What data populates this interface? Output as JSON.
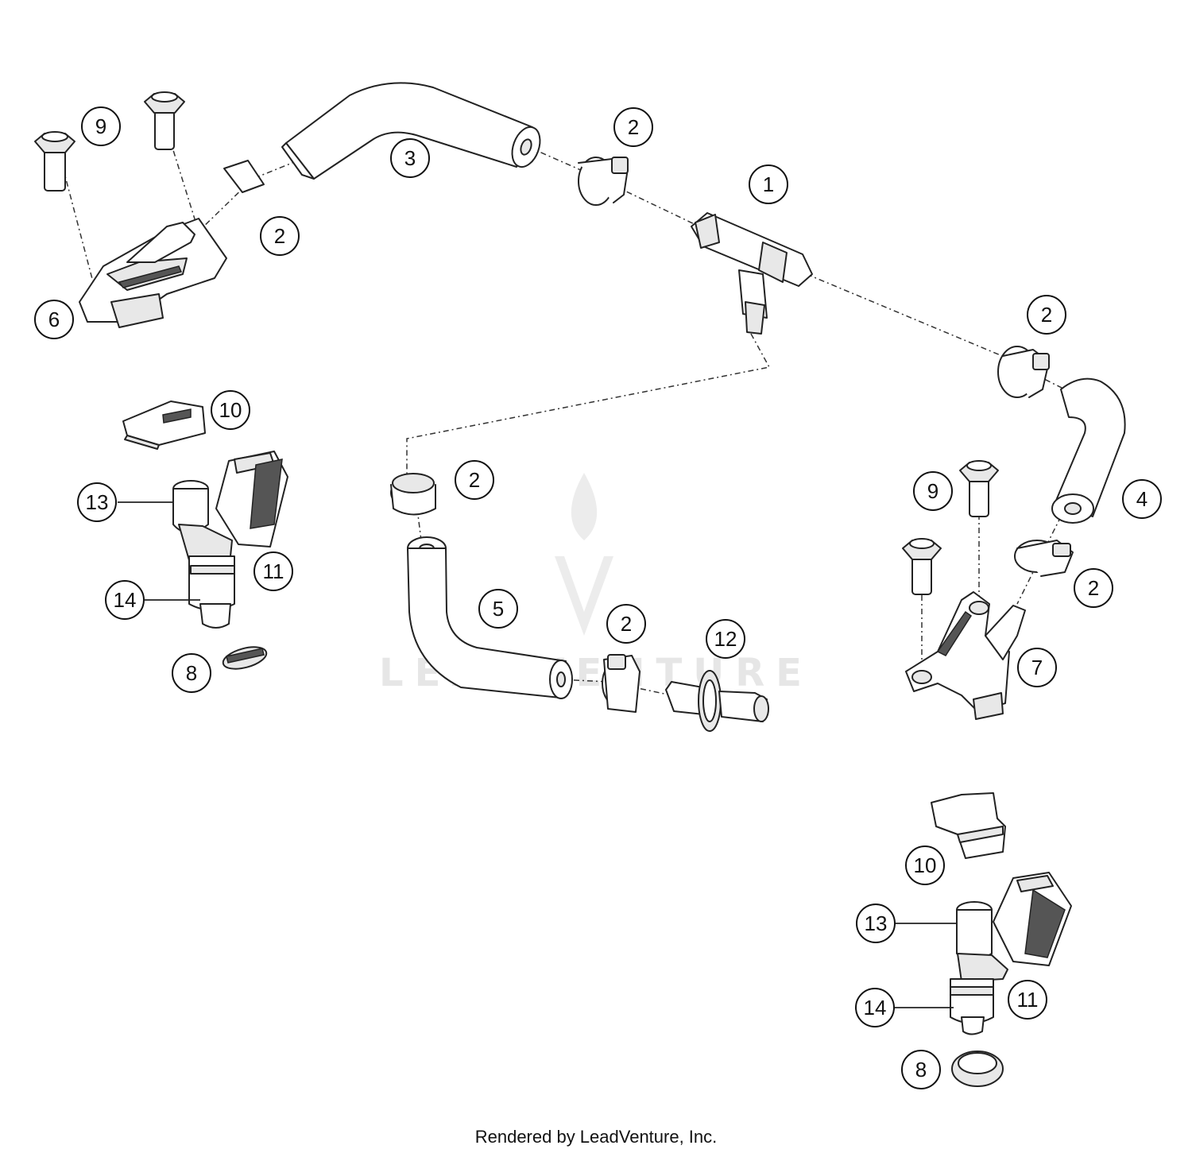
{
  "callouts": {
    "c1": "1",
    "c2a": "2",
    "c2b": "2",
    "c2c": "2",
    "c2d": "2",
    "c2e": "2",
    "c2f": "2",
    "c3": "3",
    "c4": "4",
    "c5": "5",
    "c6": "6",
    "c7": "7",
    "c8a": "8",
    "c8b": "8",
    "c9a": "9",
    "c9b": "9",
    "c10a": "10",
    "c10b": "10",
    "c11a": "11",
    "c11b": "11",
    "c12": "12",
    "c13a": "13",
    "c13b": "13",
    "c14a": "14",
    "c14b": "14"
  },
  "watermark": "LEADVENTURE",
  "footer": "Rendered by LeadVenture, Inc."
}
